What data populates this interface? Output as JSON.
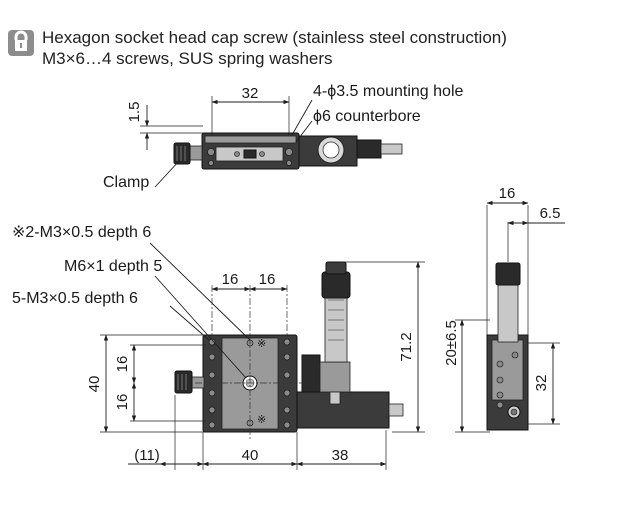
{
  "header": {
    "icon_name": "hex-socket-screw-icon",
    "line1": "Hexagon socket head cap screw (stainless steel construction)",
    "line2": "M3×6…4 screws, SUS spring washers"
  },
  "callouts": {
    "mounting_hole": "4-ϕ3.5 mounting hole",
    "counterbore": "ϕ6 counterbore",
    "clamp": "Clamp",
    "tapped_2": "※2-M3×0.5 depth 6",
    "tapped_m6": "M6×1 depth 5",
    "tapped_5": "5-M3×0.5 depth 6"
  },
  "dimensions": {
    "top_width": "32",
    "top_height": "1.5",
    "pitch_left": "16",
    "pitch_right": "16",
    "v_pitch_upper": "16",
    "v_pitch_lower": "16",
    "height_total": "40",
    "overall_height": "71.2",
    "clamp_offset": "(11)",
    "base_width": "40",
    "micrometer_ext": "38",
    "side_width": "16",
    "side_offset": "6.5",
    "travel": "20±6.5",
    "side_height": "32"
  },
  "markers": {
    "asterisk": "※"
  }
}
